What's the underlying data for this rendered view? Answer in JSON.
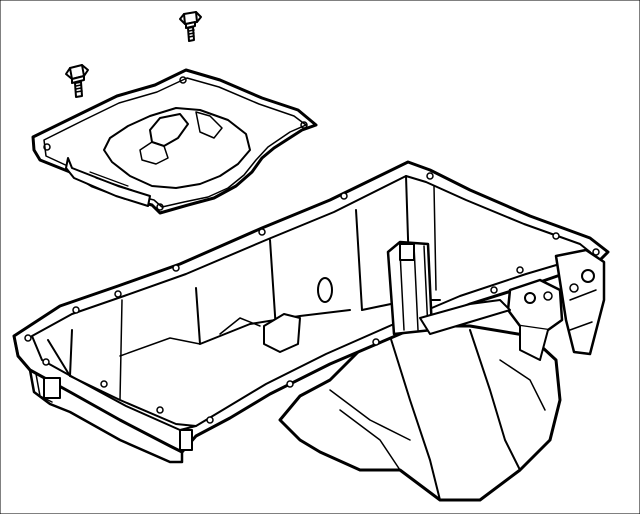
{
  "diagram": {
    "subject": "oil-pan-exploded-view",
    "parts": [
      {
        "id": "bolt-1",
        "kind": "bolt"
      },
      {
        "id": "bolt-2",
        "kind": "bolt"
      },
      {
        "id": "oil-pan-baffle-plate",
        "kind": "plate"
      },
      {
        "id": "oil-pan",
        "kind": "housing"
      },
      {
        "id": "oil-pump-pickup",
        "kind": "tube"
      }
    ],
    "colors": {
      "line": "#000000",
      "background": "#ffffff"
    }
  }
}
